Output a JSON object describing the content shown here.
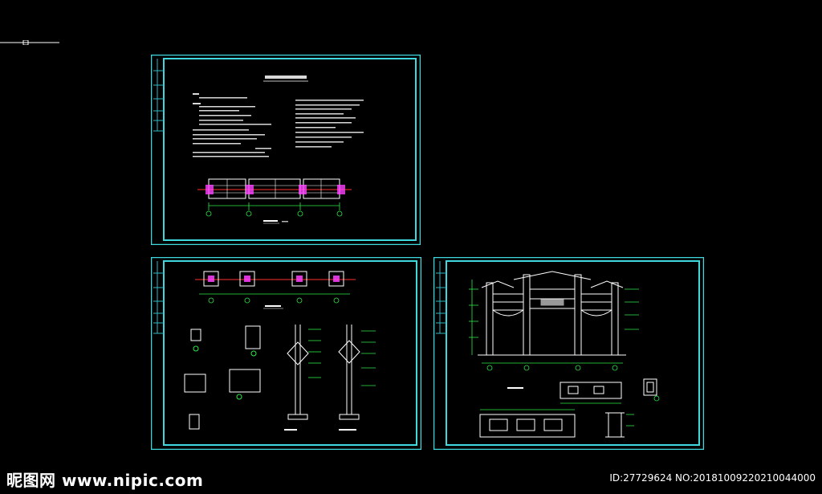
{
  "watermark": {
    "site": "昵图网 www.nipic.com",
    "id_text": "ID:27729624 NO:20181009220210044000"
  },
  "colors": {
    "background": "#000000",
    "frame": "#3fd8df",
    "frame_inner": "#2fb8c0",
    "line": "#ffffff",
    "dimension": "#2ee84a",
    "axis": "#ff3030",
    "marker": "#ff40ff"
  },
  "drawing_sheets": [
    {
      "name": "sheet-1",
      "content": "general-notes-and-plan"
    },
    {
      "name": "sheet-2",
      "content": "foundation-and-column-details"
    },
    {
      "name": "sheet-3",
      "content": "gateway-elevation-and-details"
    }
  ]
}
